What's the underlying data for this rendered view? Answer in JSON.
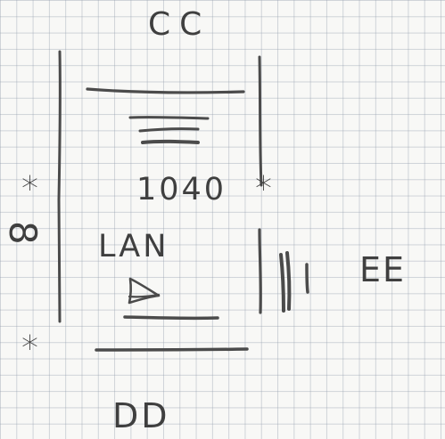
{
  "labels": {
    "top": "CC",
    "number": "1040",
    "middle": "LAN",
    "right": "EE",
    "bottom": "DD",
    "rotated": "8",
    "star": "*"
  }
}
